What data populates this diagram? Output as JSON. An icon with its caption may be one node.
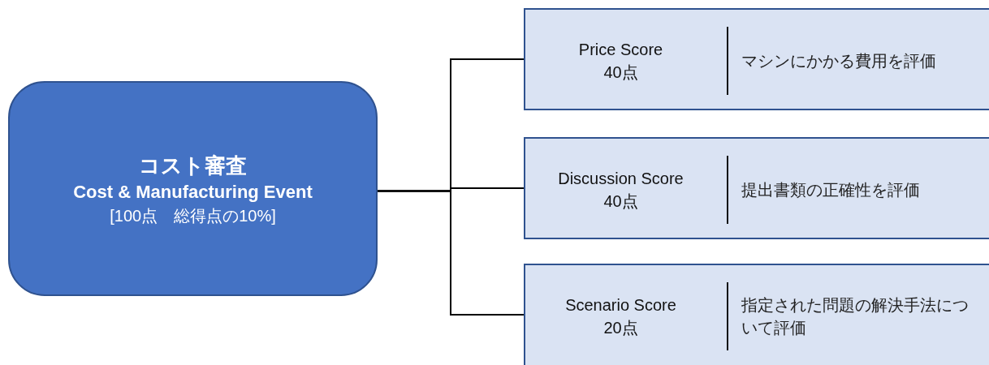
{
  "diagram": {
    "nodes": [
      {
        "text": [
          "コスト審査",
          "Cost & Manufacturing Event",
          "[100点　総得点の10%]"
        ]
      },
      {
        "text": [
          "Price Score",
          "40点",
          "マシンにかかる費用を評価"
        ]
      },
      {
        "text": [
          "Discussion Score",
          "40点",
          "提出書類の正確性を評価"
        ]
      },
      {
        "text": [
          "Scenario Score",
          "20点",
          "指定された問題の解決手法について評価"
        ]
      }
    ],
    "edges": [
      {
        "from": 0,
        "to": 1,
        "arrow": "none"
      },
      {
        "from": 0,
        "to": 2,
        "arrow": "none"
      },
      {
        "from": 0,
        "to": 3,
        "arrow": "none"
      }
    ]
  }
}
